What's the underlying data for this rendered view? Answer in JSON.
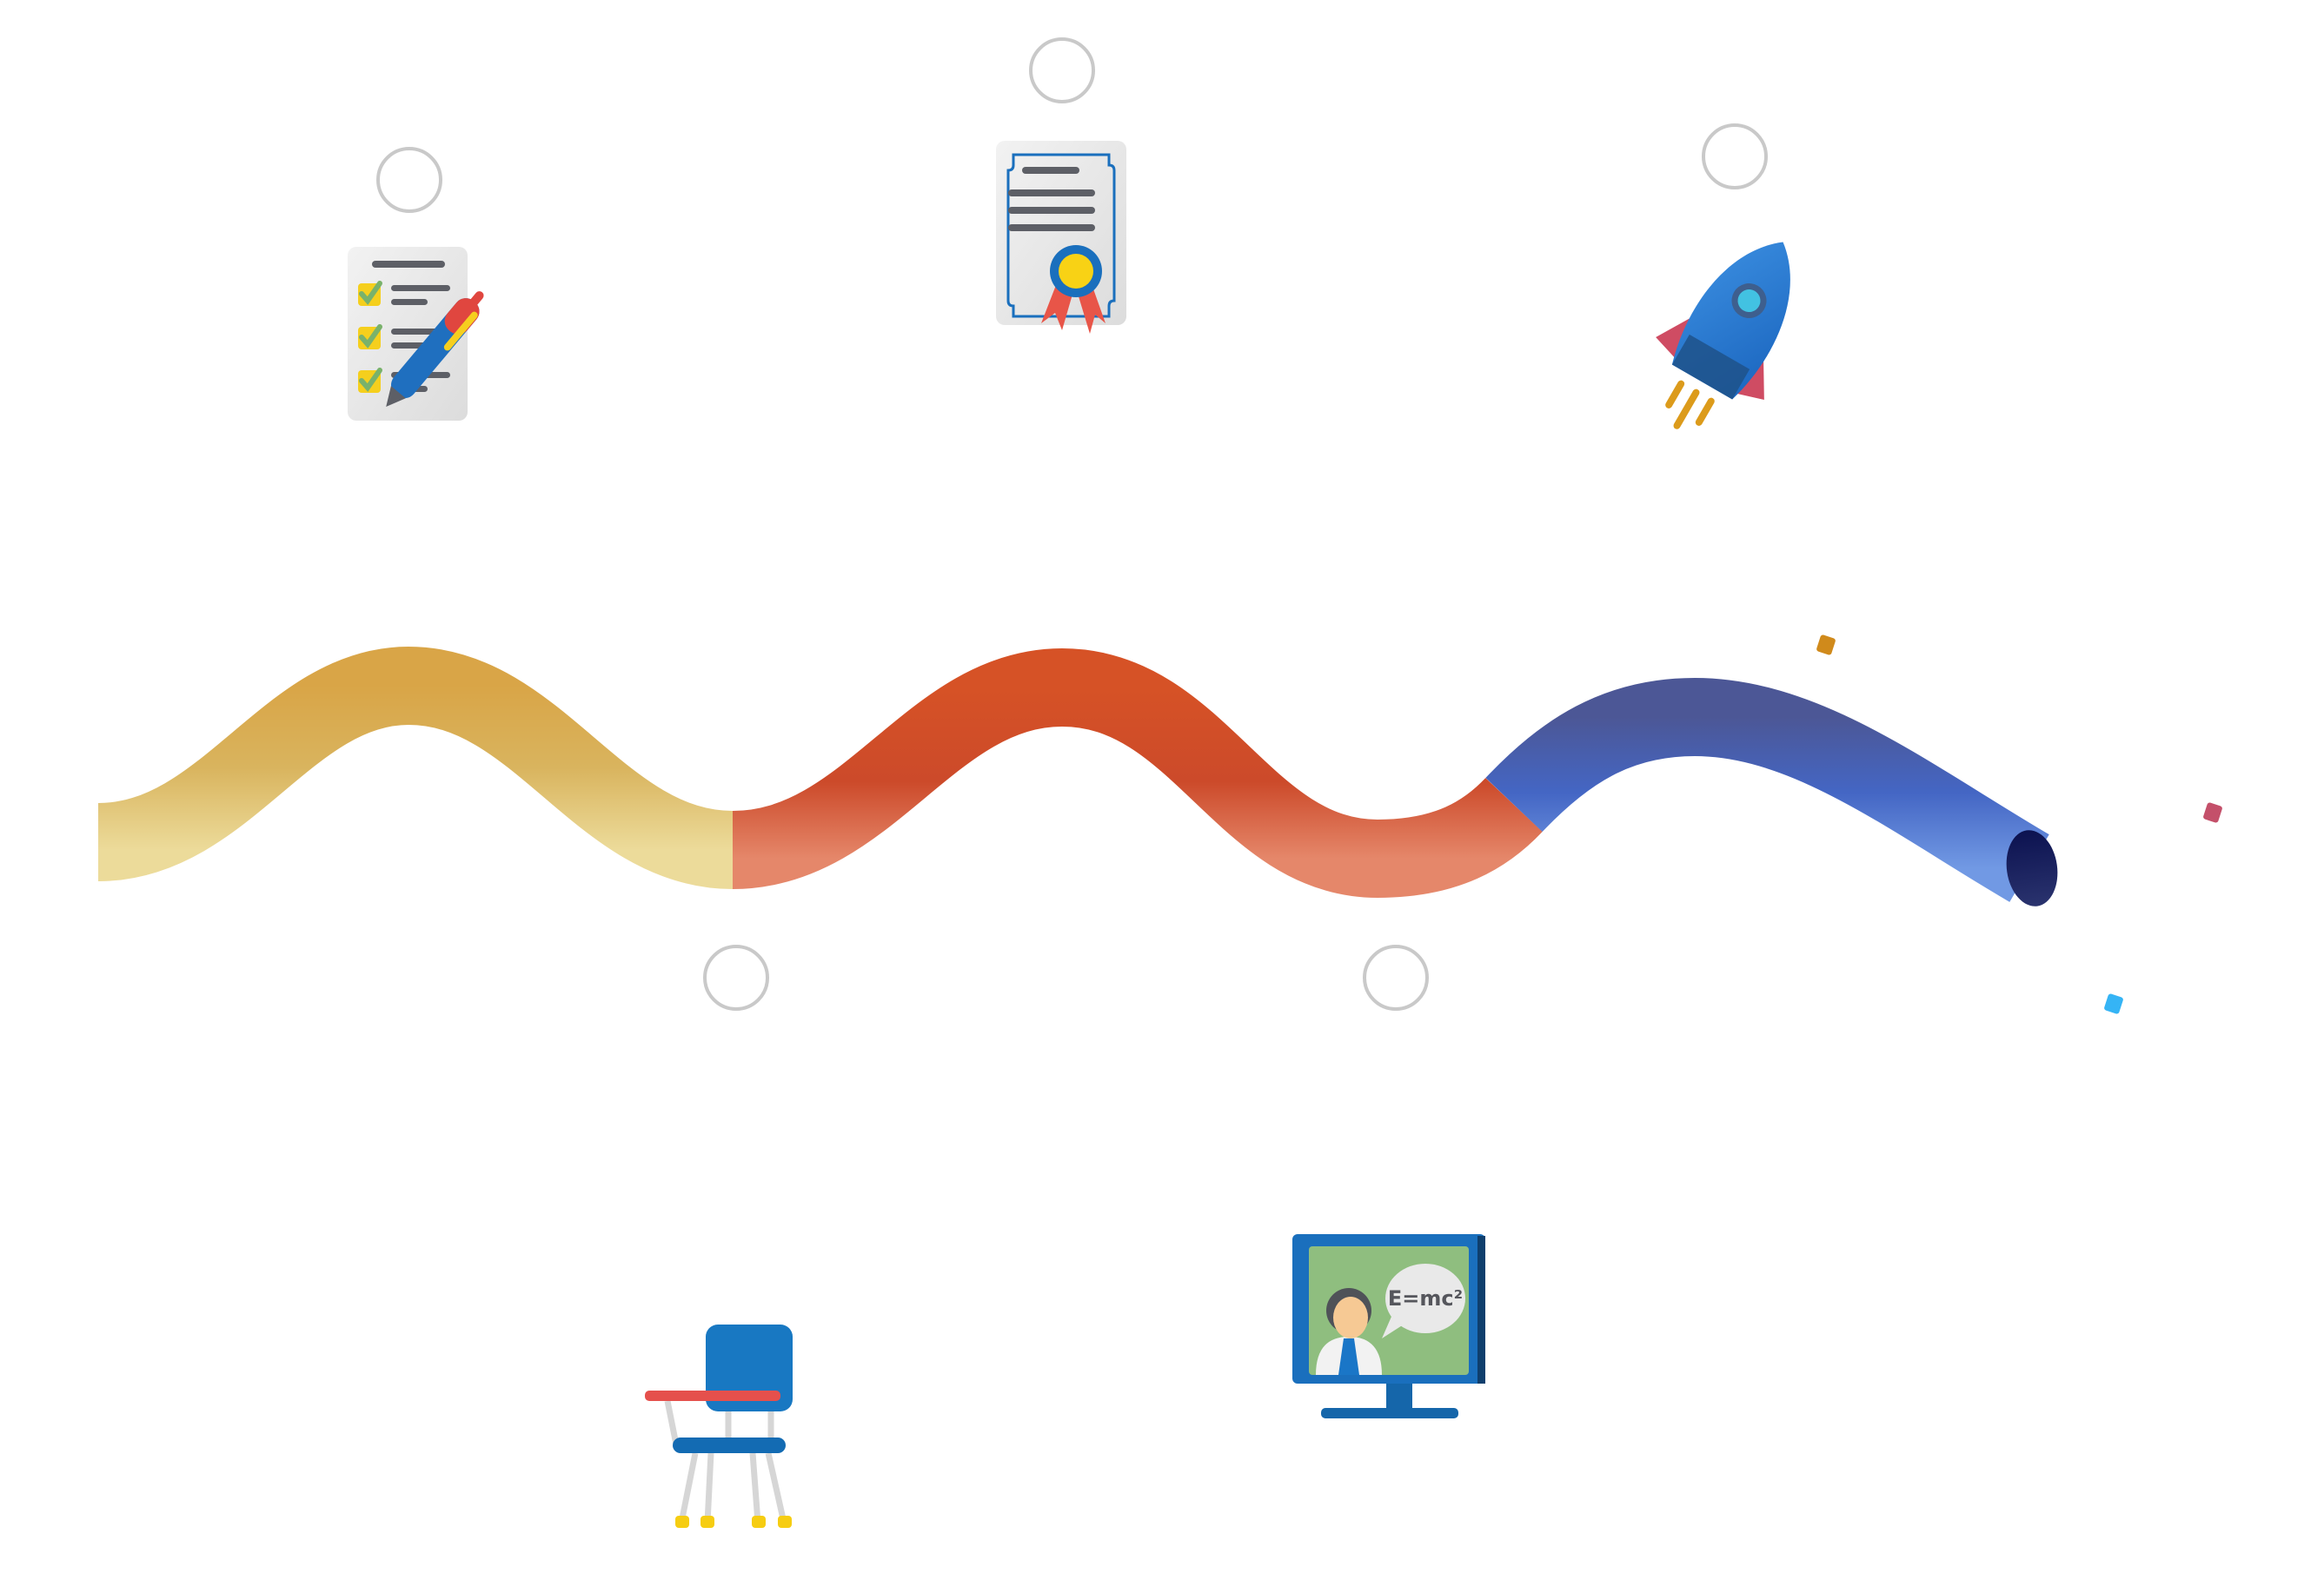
{
  "roadmap": {
    "segments": [
      {
        "name": "segment-1",
        "color_light": "#ecdb9a",
        "color_mid": "#dcb357",
        "color_dark": "#d19a35"
      },
      {
        "name": "segment-2",
        "color_light": "#e5876a",
        "color_mid": "#d5502a",
        "color_dark": "#c74524"
      },
      {
        "name": "segment-3",
        "color_light": "#7199e4",
        "color_mid": "#4466c4",
        "color_dark": "#4a5592"
      }
    ],
    "tube_end_color": "#111651",
    "milestones": [
      {
        "position": "above",
        "icon": "checklist-icon",
        "selected": false
      },
      {
        "position": "below",
        "icon": "school-desk-chair-icon",
        "selected": false
      },
      {
        "position": "above",
        "icon": "certificate-icon",
        "selected": false
      },
      {
        "position": "below",
        "icon": "online-teacher-monitor-icon",
        "selected": false
      },
      {
        "position": "above",
        "icon": "rocket-icon",
        "selected": false
      }
    ],
    "monitor_bubble_text": "E=mc²",
    "confetti": [
      {
        "color": "#d08a1b"
      },
      {
        "color": "#c4506a"
      },
      {
        "color": "#35b4f5"
      }
    ]
  }
}
